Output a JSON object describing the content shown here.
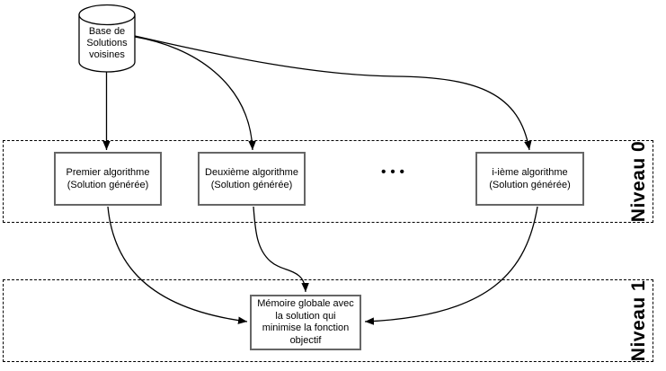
{
  "diagram": {
    "database": {
      "line1": "Base de",
      "line2": "Solutions",
      "line3": "voisines"
    },
    "levels": [
      {
        "label": "Niveau 0"
      },
      {
        "label": "Niveau 1"
      }
    ],
    "algorithms": [
      {
        "title": "Premier algorithme",
        "subtitle": "(Solution générée)"
      },
      {
        "title": "Deuxième algorithme",
        "subtitle": "(Solution générée)"
      },
      {
        "title": "i-ième algorithme",
        "subtitle": "(Solution générée)"
      }
    ],
    "ellipsis": "•••",
    "memory": {
      "line1": "Mémoire globale avec",
      "line2": "la solution qui",
      "line3": "minimise la fonction",
      "line4": "objectif"
    },
    "colors": {
      "node_border": "#666666",
      "connector": "#000000",
      "band_border": "#000000",
      "background": "#ffffff",
      "text": "#000000"
    }
  }
}
